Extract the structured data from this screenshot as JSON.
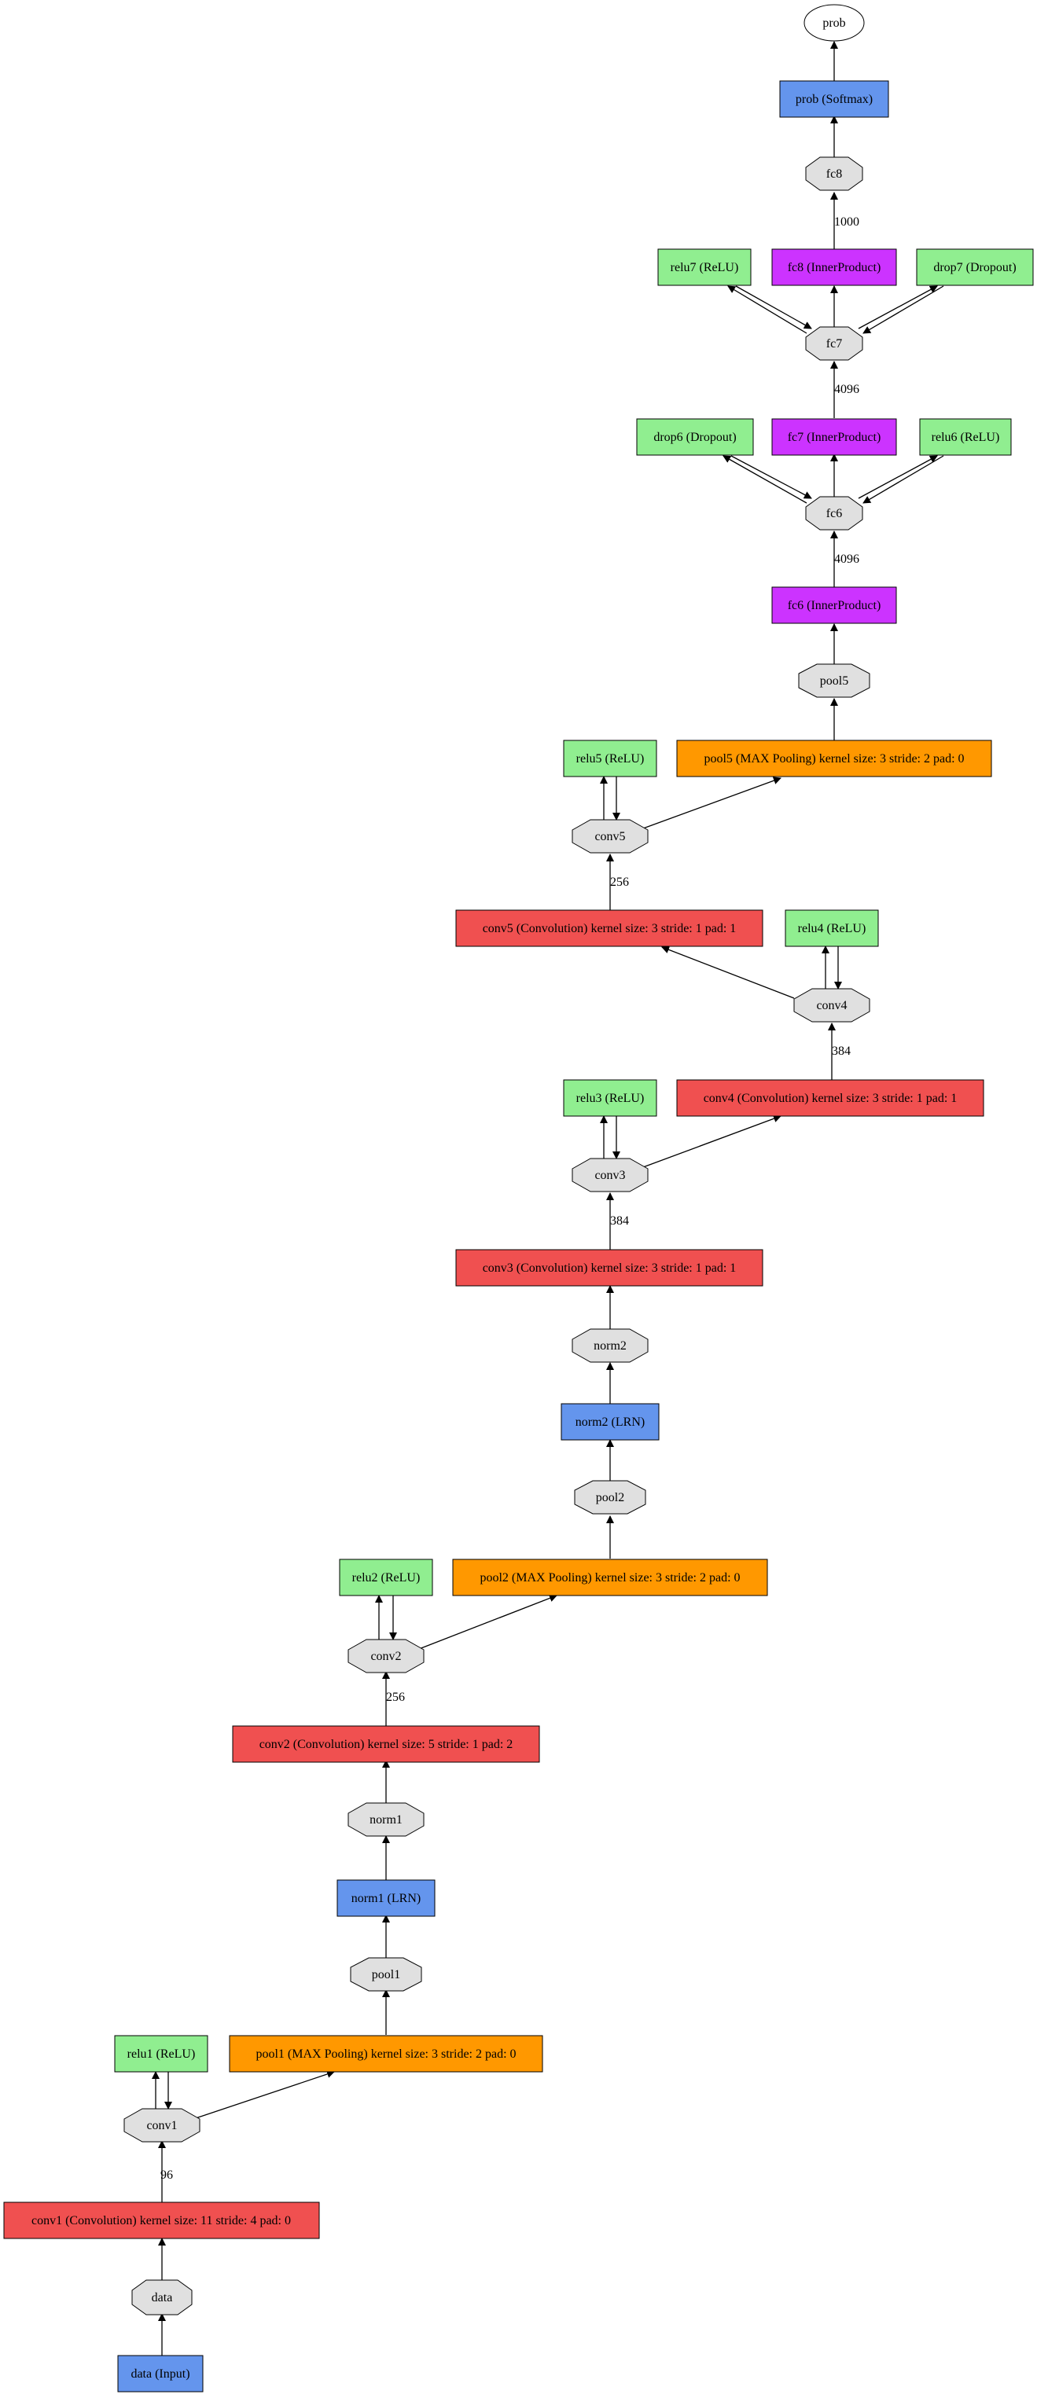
{
  "colors": {
    "input_blue": "#6495ED",
    "conv_red": "#F05050",
    "relu_green": "#90EE90",
    "pool_orange": "#FF9800",
    "lrn_blue": "#6495ED",
    "fc_magenta": "#CC33FF",
    "softmax_blue": "#6495ED",
    "blob_gray": "#E0E0E0",
    "prob_white": "#FFFFFF"
  },
  "layers": {
    "data_input": "data (Input)",
    "conv1": "conv1 (Convolution) kernel size: 11 stride: 4 pad: 0",
    "relu1": "relu1 (ReLU)",
    "pool1": "pool1 (MAX Pooling) kernel size: 3 stride: 2 pad: 0",
    "norm1": "norm1 (LRN)",
    "conv2": "conv2 (Convolution) kernel size: 5 stride: 1 pad: 2",
    "relu2": "relu2 (ReLU)",
    "pool2": "pool2 (MAX Pooling) kernel size: 3 stride: 2 pad: 0",
    "norm2": "norm2 (LRN)",
    "conv3": "conv3 (Convolution) kernel size: 3 stride: 1 pad: 1",
    "relu3": "relu3 (ReLU)",
    "conv4": "conv4 (Convolution) kernel size: 3 stride: 1 pad: 1",
    "relu4": "relu4 (ReLU)",
    "conv5": "conv5 (Convolution) kernel size: 3 stride: 1 pad: 1",
    "relu5": "relu5 (ReLU)",
    "pool5": "pool5 (MAX Pooling) kernel size: 3 stride: 2 pad: 0",
    "fc6": "fc6 (InnerProduct)",
    "relu6": "relu6 (ReLU)",
    "drop6": "drop6 (Dropout)",
    "fc7": "fc7 (InnerProduct)",
    "relu7": "relu7 (ReLU)",
    "drop7": "drop7 (Dropout)",
    "fc8": "fc8 (InnerProduct)",
    "prob": "prob (Softmax)"
  },
  "blobs": {
    "data": "data",
    "conv1": "conv1",
    "pool1": "pool1",
    "norm1": "norm1",
    "conv2": "conv2",
    "pool2": "pool2",
    "norm2": "norm2",
    "conv3": "conv3",
    "conv4": "conv4",
    "conv5": "conv5",
    "pool5": "pool5",
    "fc6": "fc6",
    "fc7": "fc7",
    "fc8": "fc8",
    "prob": "prob"
  },
  "edge_labels": {
    "conv1": "96",
    "conv2": "256",
    "conv3": "384",
    "conv4": "384",
    "conv5": "256",
    "fc6": "4096",
    "fc7": "4096",
    "fc8": "1000"
  }
}
